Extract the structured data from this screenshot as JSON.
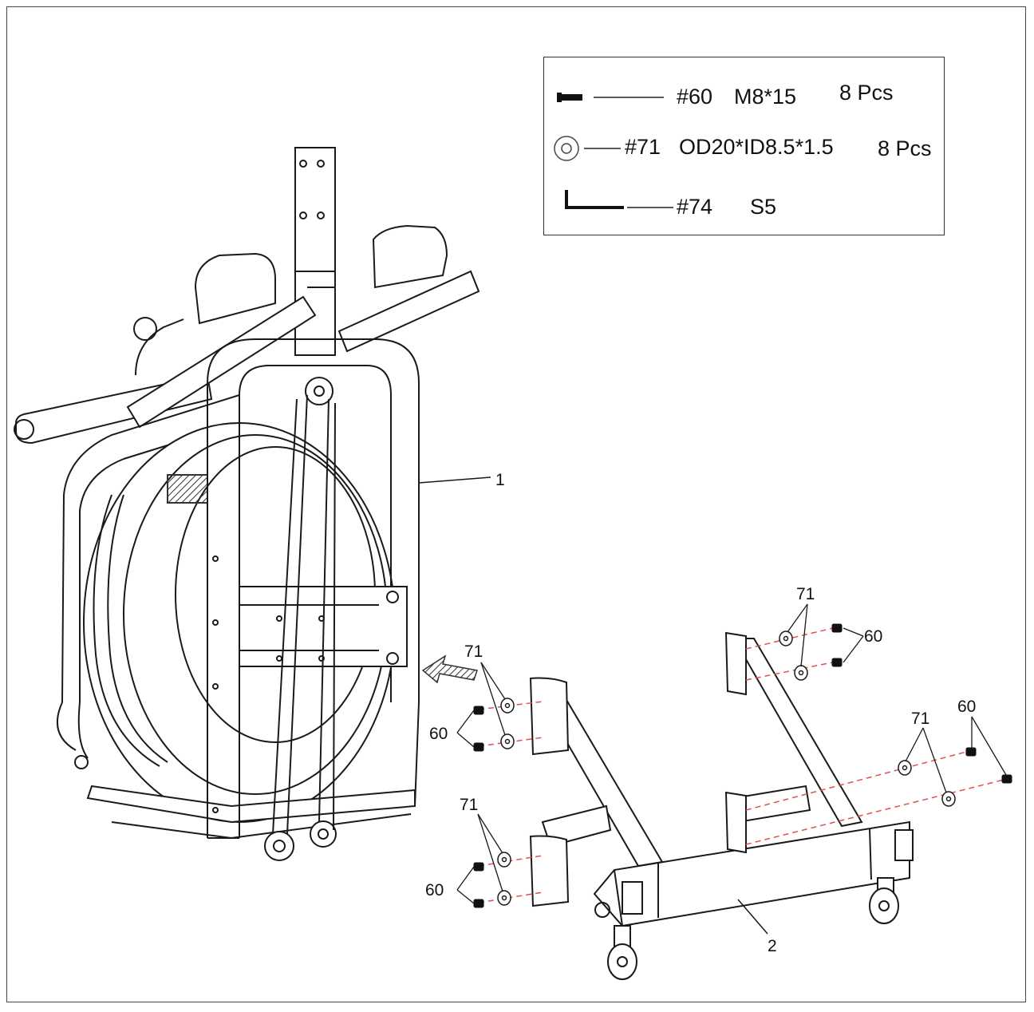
{
  "legend": {
    "rows": [
      {
        "part": "#60",
        "spec": "M8*15",
        "qty": "8 Pcs",
        "icon": "bolt-icon"
      },
      {
        "part": "#71",
        "spec": "OD20*ID8.5*1.5",
        "qty": "8 Pcs",
        "icon": "washer-icon"
      },
      {
        "part": "#74",
        "spec": "S5",
        "qty": "",
        "icon": "allen-key-icon"
      }
    ]
  },
  "callouts": {
    "frame": "1",
    "base": "2",
    "washer": "71",
    "bolt": "60"
  },
  "colors": {
    "line": "#1a1a1a",
    "dash": "#e05050",
    "arrow": "#333333"
  }
}
